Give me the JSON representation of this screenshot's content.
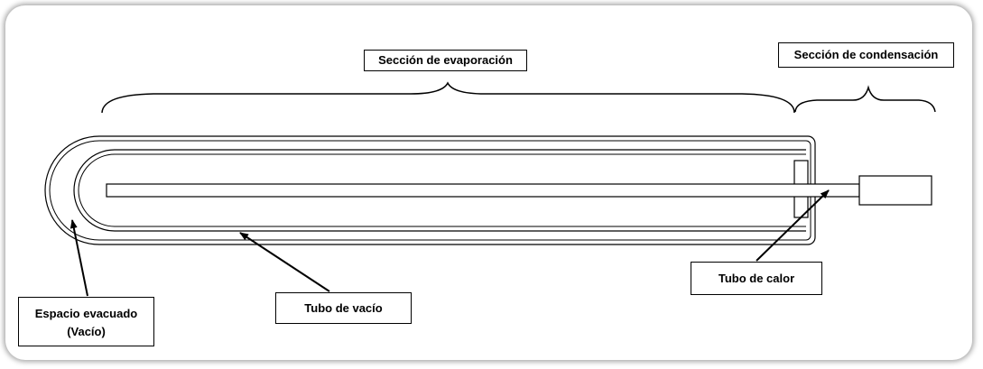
{
  "labels": {
    "evaporation_section": "Sección de evaporación",
    "condensation_section": "Sección de condensación",
    "heat_pipe": "Tubo de calor",
    "vacuum_tube": "Tubo de vacío",
    "evacuated_space_line1": "Espacio evacuado",
    "evacuated_space_line2": "(Vacío)"
  },
  "colors": {
    "line": "#000000",
    "tube_fill": "#ffffff",
    "shadow": "#000000"
  }
}
